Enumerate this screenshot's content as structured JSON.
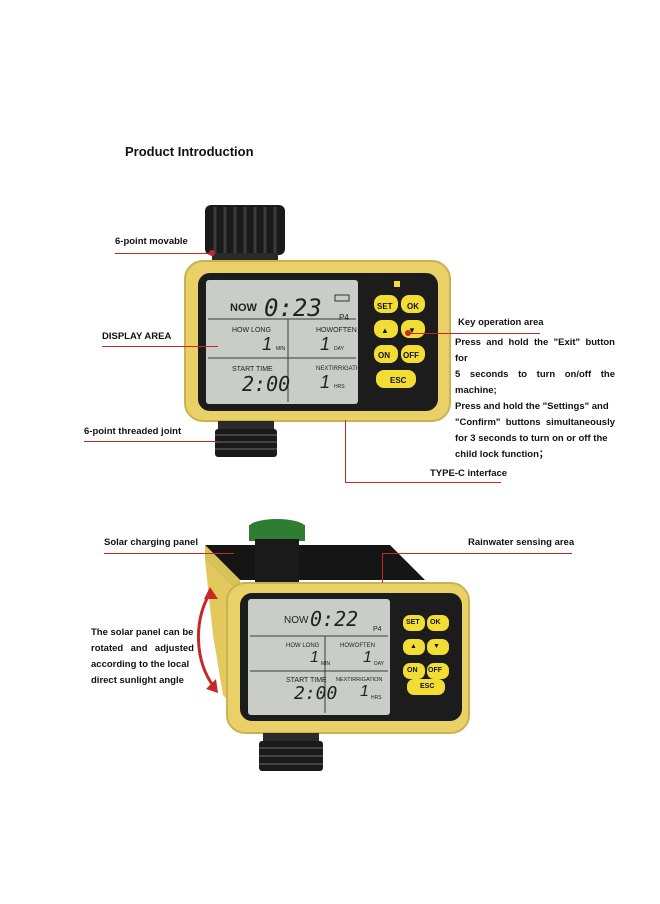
{
  "title": "Product Introduction",
  "top_labels": {
    "movable": "6-point  movable",
    "display_area": "DISPLAY AREA",
    "threaded_joint": "6-point threaded joint",
    "key_area": "Key operation area",
    "type_c": "TYPE-C interface"
  },
  "key_description": [
    "Press and hold the \"Exit\" button for",
    "5  seconds  to  turn  on/off  the",
    "machine;",
    "Press and hold the \"Settings\" and",
    "\"Confirm\"  buttons  simultaneously",
    "for 3 seconds to turn on or off the",
    "child lock function；"
  ],
  "bottom_labels": {
    "solar": "Solar charging panel",
    "rain": "Rainwater sensing area"
  },
  "solar_description": [
    "The solar panel can be",
    "rotated  and  adjusted",
    "according to the local",
    "direct sunlight angle"
  ],
  "lcd": {
    "now": "NOW",
    "time": "0:23",
    "program": "P4",
    "how_long": "HOW LONG",
    "how_long_value": "1",
    "how_long_unit": "MIN",
    "how_often": "HOWOFTEN",
    "how_often_value": "1",
    "how_often_unit": "DAY",
    "start_time": "START TIME",
    "start_value": "2:00",
    "next": "NEXTIRRIGATION",
    "next_value": "1",
    "next_unit": "HRS"
  },
  "lcd2": {
    "now": "NOW",
    "time": "0:22",
    "program": "P4",
    "how_long": "HOW LONG",
    "how_long_value": "1",
    "how_long_unit": "MIN",
    "how_often": "HOWOFTEN",
    "how_often_value": "1",
    "how_often_unit": "DAY",
    "start_time": "START TIME",
    "start_value": "2:00",
    "next": "NEXTIRRIGATION",
    "next_value": "1",
    "next_unit": "HRS"
  },
  "buttons": {
    "set": "SET",
    "ok": "OK",
    "up": "▲",
    "down": "▼",
    "on": "ON",
    "off": "OFF",
    "esc": "ESC"
  },
  "colors": {
    "body_yellow": "#e9d067",
    "frame_dark": "#1c1c1c",
    "lcd_bg": "#c9cdc8",
    "button_yellow": "#f2dd35",
    "leader_red": "#c62828",
    "cap_green": "#2e7d32"
  }
}
